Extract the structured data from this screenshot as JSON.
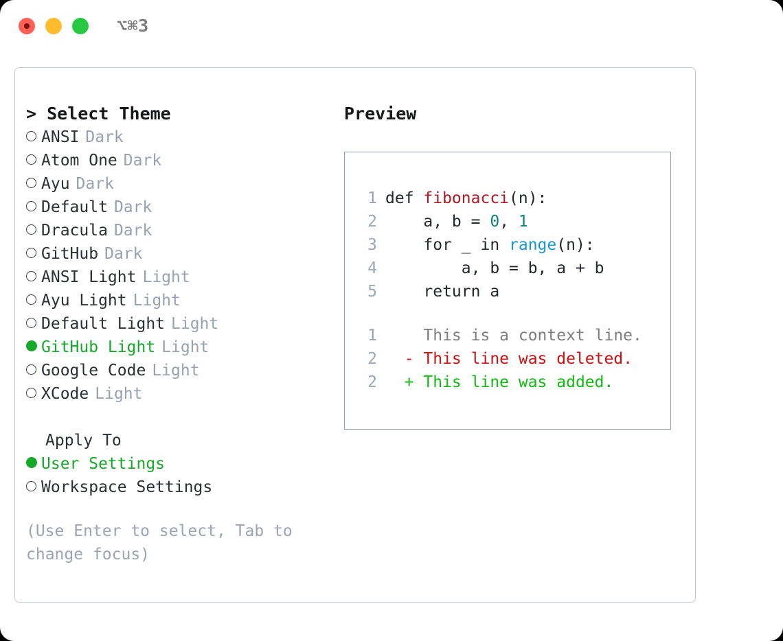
{
  "titlebar": {
    "shortcut": "⌥⌘3",
    "lights": [
      "close",
      "minimize",
      "maximize"
    ]
  },
  "left": {
    "heading": "> Select Theme",
    "themes": [
      {
        "marker": "circle",
        "label": "ANSI",
        "tag": "Dark",
        "selected": false
      },
      {
        "marker": "circle",
        "label": "Atom One",
        "tag": "Dark",
        "selected": false
      },
      {
        "marker": "circle",
        "label": "Ayu",
        "tag": "Dark",
        "selected": false
      },
      {
        "marker": "circle",
        "label": "Default",
        "tag": "Dark",
        "selected": false
      },
      {
        "marker": "circle",
        "label": "Dracula",
        "tag": "Dark",
        "selected": false
      },
      {
        "marker": "circle",
        "label": "GitHub",
        "tag": "Dark",
        "selected": false
      },
      {
        "marker": "circle",
        "label": "ANSI Light",
        "tag": "Light",
        "selected": false
      },
      {
        "marker": "circle",
        "label": "Ayu Light",
        "tag": "Light",
        "selected": false
      },
      {
        "marker": "circle",
        "label": "Default Light",
        "tag": "Light",
        "selected": false
      },
      {
        "marker": "dot",
        "label": "GitHub Light",
        "tag": "Light",
        "selected": true
      },
      {
        "marker": "circle",
        "label": "Google Code",
        "tag": "Light",
        "selected": false
      },
      {
        "marker": "circle",
        "label": "XCode",
        "tag": "Light",
        "selected": false
      }
    ],
    "apply_to_header": "Apply To",
    "apply_to": [
      {
        "marker": "dot",
        "label": "User Settings",
        "selected": true
      },
      {
        "marker": "circle",
        "label": "Workspace Settings",
        "selected": false
      }
    ],
    "hint": "(Use Enter to select, Tab to change focus)"
  },
  "preview": {
    "title": "Preview",
    "code_lines": [
      {
        "n": "1",
        "tokens": [
          {
            "t": "def ",
            "c": "plain"
          },
          {
            "t": "fibonacci",
            "c": "fn"
          },
          {
            "t": "(n):",
            "c": "plain"
          }
        ]
      },
      {
        "n": "2",
        "tokens": [
          {
            "t": "    a, b = ",
            "c": "plain"
          },
          {
            "t": "0",
            "c": "num"
          },
          {
            "t": ", ",
            "c": "plain"
          },
          {
            "t": "1",
            "c": "num"
          }
        ]
      },
      {
        "n": "3",
        "tokens": [
          {
            "t": "    for _ in ",
            "c": "plain"
          },
          {
            "t": "range",
            "c": "call"
          },
          {
            "t": "(n):",
            "c": "plain"
          }
        ]
      },
      {
        "n": "4",
        "tokens": [
          {
            "t": "        a, b = b, a + b",
            "c": "plain"
          }
        ]
      },
      {
        "n": "5",
        "tokens": [
          {
            "t": "    return a",
            "c": "plain"
          }
        ]
      }
    ],
    "diff_lines": [
      {
        "n": "1",
        "marker": "  ",
        "text": "This is a context line.",
        "kind": "ctx"
      },
      {
        "n": "2",
        "marker": "- ",
        "text": "This line was deleted.",
        "kind": "del"
      },
      {
        "n": "2",
        "marker": "+ ",
        "text": "This line was added.",
        "kind": "add"
      }
    ]
  },
  "colors": {
    "accent_green": "#16a829",
    "tag_gray": "#97a2b0",
    "hint_gray": "#9aa4b4",
    "fn_red": "#b01823",
    "num_teal": "#0e8081",
    "call_blue": "#1896d1",
    "diff_del": "#cc1111",
    "diff_add": "#11bb11",
    "panel_border": "#c3cad4",
    "preview_border": "#8f9cab"
  }
}
